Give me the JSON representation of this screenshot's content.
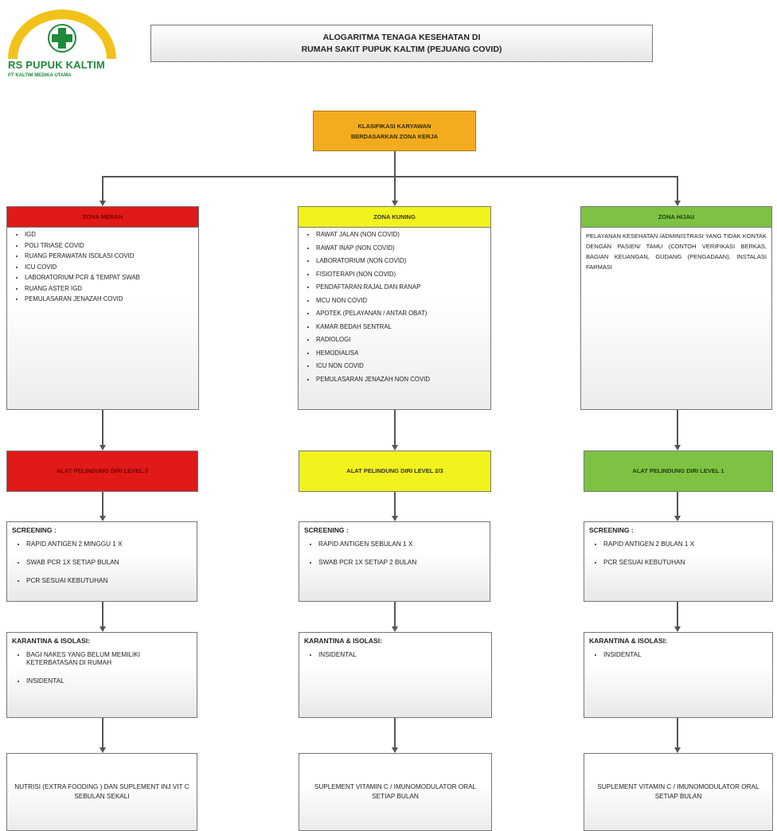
{
  "logo": {
    "name": "RS PUPUK KALTIM",
    "subtitle": "PT KALTIM MEDIKA UTAMA"
  },
  "title": {
    "line1": "ALOGARITMA TENAGA KESEHATAN DI",
    "line2": "RUMAH SAKIT PUPUK KALTIM (PEJUANG COVID)"
  },
  "root": {
    "line1": "KLASIFIKASI KARYAWAN",
    "line2": "BERDASARKAN ZONA KERJA"
  },
  "colors": {
    "orange": "#f2ac1e",
    "red": "#e01919",
    "yellow": "#f2f21c",
    "green": "#7ec244"
  },
  "zones": {
    "red": {
      "title": "ZONA MERAH",
      "items": [
        "IGD",
        "POLI TRIASE COVID",
        "RUANG PERAWATAN ISOLASI COVID",
        "ICU COVID",
        "LABORATORIUM PCR & TEMPAT SWAB",
        "RUANG ASTER IGD",
        "PEMULASARAN JENAZAH COVID"
      ],
      "apd": "ALAT PELINDUNG DIRI LEVEL 3",
      "screening_title": "SCREENING :",
      "screening": [
        "RAPID ANTIGEN 2 MINGGU 1 X",
        "SWAB PCR 1X SETIAP BULAN",
        "PCR SESUAI KEBUTUHAN"
      ],
      "karantina_title": "KARANTINA & ISOLASI:",
      "karantina": [
        "BAGI NAKES YANG BELUM MEMILIKI KETERBATASAN DI RUMAH",
        "INSIDENTAL"
      ],
      "supplement": "NUTRISI (EXTRA FOODING ) DAN SUPLEMENT INJ VIT C SEBULAN SEKALI"
    },
    "yellow": {
      "title": "ZONA KUNING",
      "items": [
        "RAWAT JALAN (NON COVID)",
        "RAWAT INAP (NON COVID)",
        "LABORATORIUM (NON COVID)",
        "FISIOTERAPI (NON COVID)",
        "PENDAFTARAN RAJAL DAN RANAP",
        "MCU NON COVID",
        "APOTEK (PELAYANAN / ANTAR OBAT)",
        "KAMAR BEDAH SENTRAL",
        "RADIOLOGI",
        "HEMODIALISA",
        "ICU NON COVID",
        "PEMULASARAN JENAZAH NON COVID"
      ],
      "apd": "ALAT PELINDUNG DIRI LEVEL 2/3",
      "screening_title": "SCREENING :",
      "screening": [
        "RAPID ANTIGEN SEBULAN 1 X",
        "SWAB PCR 1X SETIAP 2 BULAN"
      ],
      "karantina_title": "KARANTINA & ISOLASI:",
      "karantina": [
        "INSIDENTAL"
      ],
      "supplement": "SUPLEMENT VITAMIN C / IMUNOMODULATOR ORAL SETIAP BULAN"
    },
    "green": {
      "title": "ZONA HIJAU",
      "description": "PELAYANAN KESEHATAN /ADMINISTRASI YANG TIDAK KONTAK DENGAN PASIEN/ TAMU (CONTOH VERIFIKASI BERKAS, BAGIAN KEUANGAN, GUDANG (PENGADAAN), INSTALASI FARMASI",
      "apd": "ALAT PELINDUNG DIRI LEVEL 1",
      "screening_title": "SCREENING :",
      "screening": [
        "RAPID ANTIGEN 2 BULAN 1 X",
        "PCR SESUAI KEBUTUHAN"
      ],
      "karantina_title": "KARANTINA & ISOLASI:",
      "karantina": [
        "INSIDENTAL"
      ],
      "supplement": "SUPLEMENT VITAMIN C / IMUNOMODULATOR ORAL SETIAP BULAN"
    }
  }
}
